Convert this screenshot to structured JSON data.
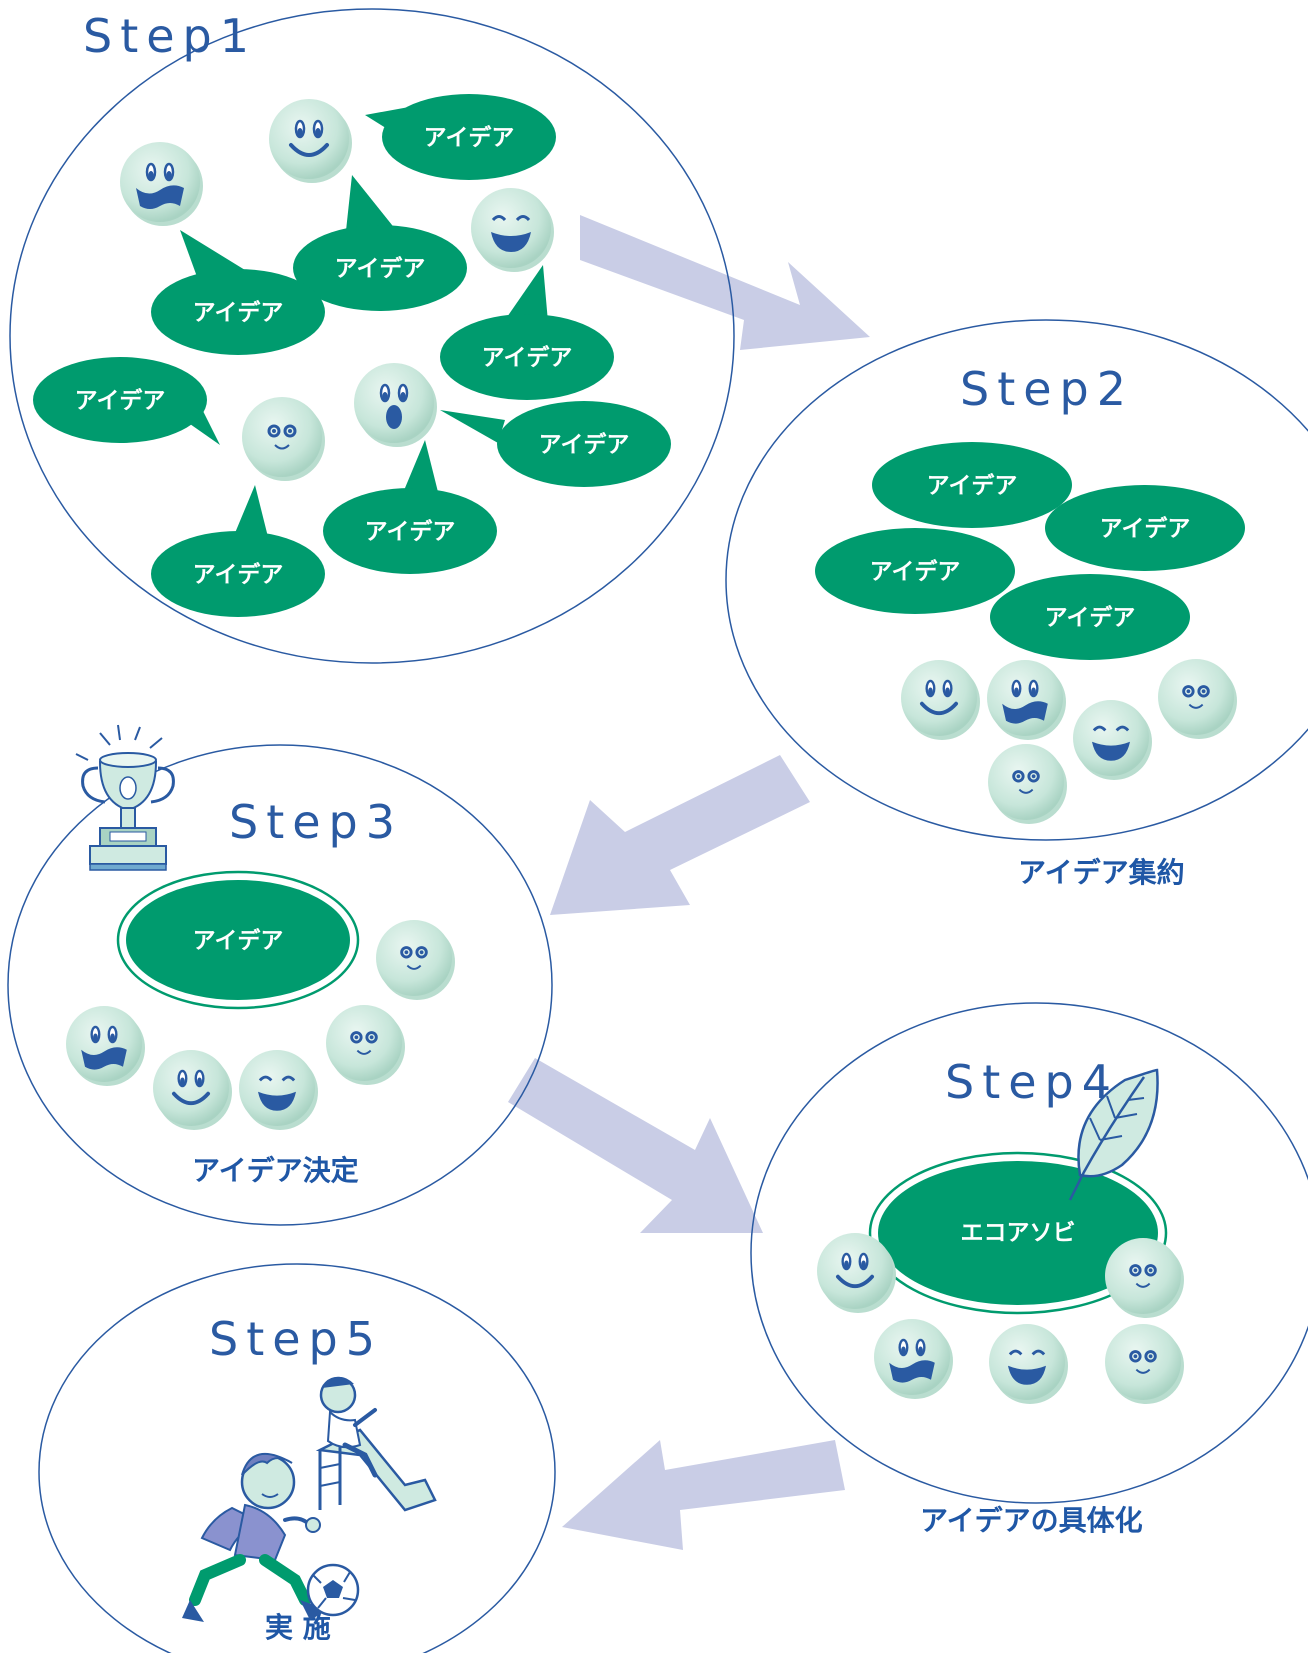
{
  "colors": {
    "circle_stroke": "#2a5aa2",
    "bubble_fill": "#009b6e",
    "arrow_fill": "#c9cde6",
    "face_fill": "#cfeae1",
    "face_feature": "#2a5aa2",
    "title": "#2a5aa2"
  },
  "steps": [
    {
      "title": "Step1",
      "caption": ""
    },
    {
      "title": "Step2",
      "caption": "アイデア集約"
    },
    {
      "title": "Step3",
      "caption": "アイデア決定"
    },
    {
      "title": "Step4",
      "caption": "アイデアの具体化"
    },
    {
      "title": "Step5",
      "caption": "実 施"
    }
  ],
  "bubble_label": "アイデア",
  "step4_center_label": "エコアソビ",
  "icons": {
    "step3": "trophy-icon",
    "step4": "leaf-icon",
    "step5": "children-playing-icon",
    "faces": "smiley-face-icon"
  }
}
